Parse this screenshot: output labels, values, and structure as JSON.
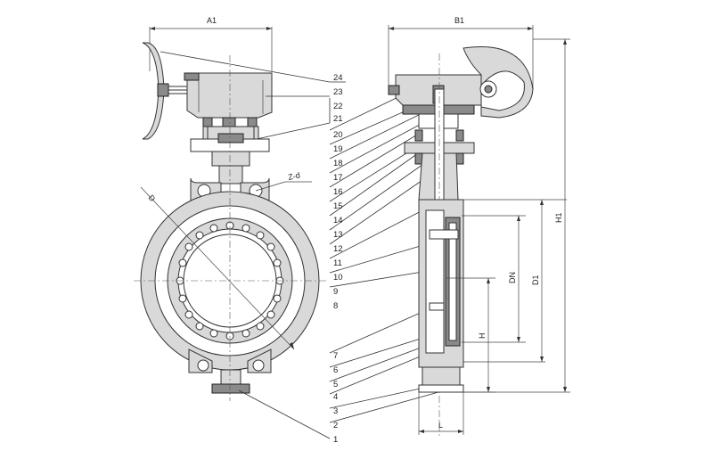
{
  "dimensions": {
    "a1": "A1",
    "b1": "B1",
    "h1": "H1",
    "d1": "D1",
    "dn": "DN",
    "h": "H",
    "l": "L",
    "zd": "Z-d",
    "dia": "D"
  },
  "part_numbers": [
    "24",
    "23",
    "22",
    "21",
    "20",
    "19",
    "18",
    "17",
    "16",
    "15",
    "14",
    "13",
    "12",
    "11",
    "10",
    "9",
    "8",
    "7",
    "6",
    "5",
    "4",
    "3",
    "2",
    "1"
  ]
}
